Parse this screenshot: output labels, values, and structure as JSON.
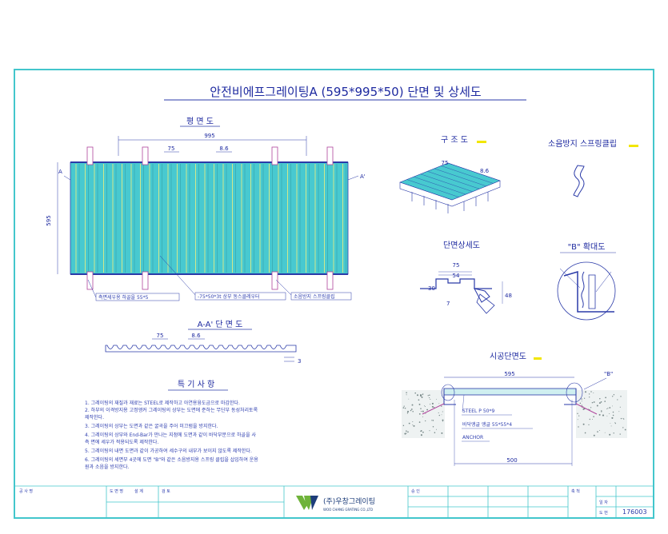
{
  "title": "안전비에프그레이팅A (595*995*50) 단면 및 상세도",
  "views": {
    "plan": {
      "label": "평 면 도",
      "dim_length": "995",
      "dim_pitch": "75",
      "dim_bar": "8.6",
      "dim_width": "595",
      "section_marker_left": "A",
      "section_marker_right": "A'",
      "callouts": [
        "측면세우용 하골을 55*5",
        "-75*50*3t 상부 동스클레우터",
        "소음방지 스프링클립"
      ]
    },
    "structure": {
      "label": "구 조 도",
      "dim_pitch": "75",
      "dim_bar": "8.6"
    },
    "clip": {
      "label": "소음방지 스프링클립"
    },
    "section_detail": {
      "label": "단면상세도",
      "dims": [
        "75",
        "54",
        "30",
        "7",
        "48"
      ]
    },
    "detail_b": {
      "label": "\"B\" 확대도"
    },
    "section_aa": {
      "label": "A-A' 단 면 도",
      "dim_pitch": "75",
      "dim_bar": "8.6",
      "dim_depth": "3"
    },
    "install": {
      "label": "시공단면도",
      "dim_top": "595",
      "dim_bottom": "500",
      "b_marker": "\"B\"",
      "labels": [
        "STEEL P 50*9",
        "바닥앵글 앵글 55*55*4",
        "ANCHOR"
      ]
    }
  },
  "notes": {
    "heading": "특 기 사 항",
    "items": [
      "1.  그레이팅의 재질과 재료는 STEEL로 제작하고 아연용융도금으로 마감한다.",
      "2.  하부의 이격방지용 고정앵커 그레이팅의 상부는 도면에 준하는 무딘부 동성처리토록",
      "     제작한다.",
      "3.  그레이팅의 상부는 도면과 같은 굴곡을 주어 미끄럼을 방지한다.",
      "4.  그레이팅의 상부와  End-Bar가 만나는 지점에 도면과 같이 바닥부분으로 하골을 사",
      "     측 면에 세우가 적용되도록 제작한다.",
      "5.  그레이팅의 내면 도면과 같이 가공하여 세수구의 내부가 보이지 않도록 제작한다.",
      "6.  그레이팅의 세면부 4곳에 도면 \"B\"와 같은 소음방지용 스프링 클립을 삽입하여 운용",
      "     원과 소음을 방지한다."
    ]
  },
  "title_block": {
    "company": "(주)우창그레이팅",
    "company_sub": "WOO CHANG GRATING CO.,LTD",
    "drawing_no": "176003",
    "cells": [
      "공 사 명",
      "도 면 명",
      "설 계",
      "검 토",
      "승 인",
      "축 척",
      "일 자",
      "도 번"
    ]
  },
  "colors": {
    "border": "#43c6cc",
    "ink": "#2a3aa8",
    "grating": "#43c6cc",
    "highlight": "#f2e600",
    "logo_green": "#6fb33a",
    "logo_dark": "#1d3d7a"
  }
}
